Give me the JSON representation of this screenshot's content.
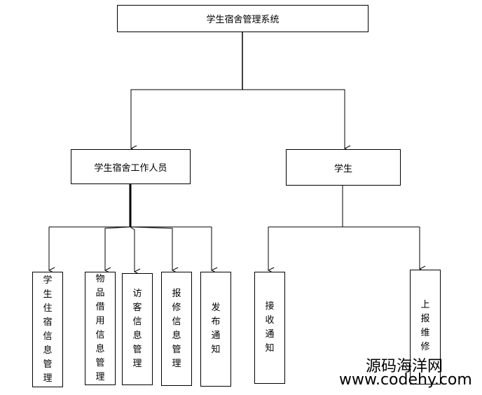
{
  "root": {
    "label": "学生宿舍管理系统"
  },
  "staff": {
    "label": "学生宿舍工作人员",
    "functions": [
      {
        "label": "学生住宿信息管理"
      },
      {
        "label": "物品借用信息管理"
      },
      {
        "label": "访客信息管理"
      },
      {
        "label": "报修信息管理"
      },
      {
        "label": "发布通知"
      }
    ]
  },
  "student": {
    "label": "学生",
    "functions": [
      {
        "label": "接收通知"
      },
      {
        "label": "上报维修"
      }
    ]
  },
  "watermark": {
    "cn": "源码海洋网",
    "url": "www.codehy.com"
  },
  "colors": {
    "line": "#000000",
    "box_border": "#000000",
    "background": "#ffffff"
  }
}
